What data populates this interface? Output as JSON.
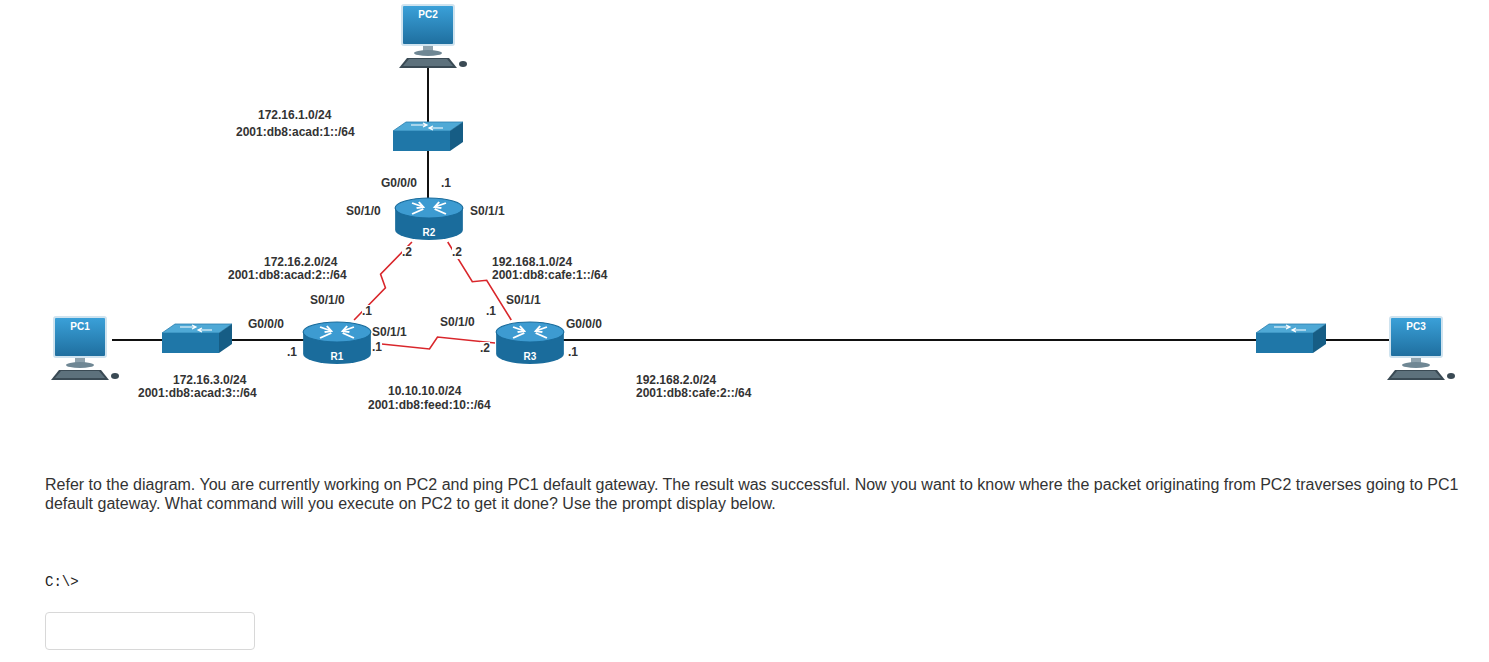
{
  "diagram": {
    "nodes": [
      {
        "text": [
          "PC2"
        ]
      },
      {
        "text": [
          "R2"
        ]
      },
      {
        "text": [
          "PC1"
        ]
      },
      {
        "text": [
          "R1"
        ]
      },
      {
        "text": [
          "R3"
        ]
      },
      {
        "text": [
          "PC3"
        ]
      }
    ],
    "edges": [
      {
        "from": 3,
        "to": 1,
        "arrow": "none"
      },
      {
        "from": 1,
        "to": 4,
        "arrow": "none"
      },
      {
        "from": 3,
        "to": 4,
        "arrow": "none"
      }
    ],
    "labels": [
      "172.16.1.0/24",
      "2001:db8:acad:1::/64",
      "G0/0/0",
      ".1",
      "S0/1/0",
      "S0/1/1",
      ".2",
      ".2",
      "172.16.2.0/24",
      "2001:db8:acad:2::/64",
      "192.168.1.0/24",
      "2001:db8:cafe:1::/64",
      "S0/1/0",
      ".1",
      ".1",
      "S0/1/1",
      "G0/0/0",
      ".1",
      "S0/1/1",
      ".1",
      "S0/1/0",
      ".2",
      "G0/0/0",
      ".1",
      "172.16.3.0/24",
      "2001:db8:acad:3::/64",
      "10.10.10.0/24",
      "2001:db8:feed:10::/64",
      "192.168.2.0/24",
      "2001:db8:cafe:2::/64",
      "Refer to the diagram. You are currently working on PC2 and ping PC1 default gateway. The result was successful. Now you want to know where the packet originating from PC2 traverses going to PC1 default gateway. What command will you execute on PC2 to get it done? Use the prompt display below.",
      "C:\\>"
    ]
  }
}
